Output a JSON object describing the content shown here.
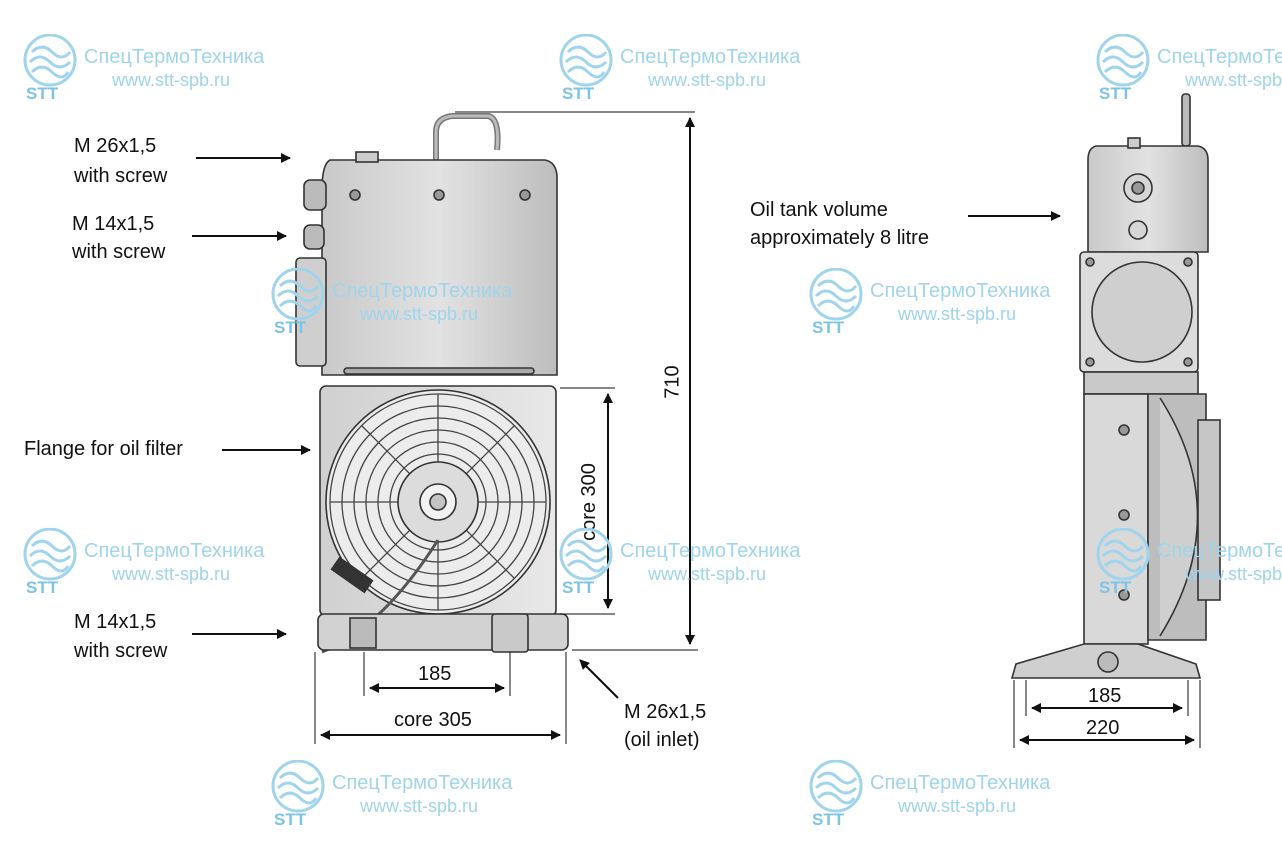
{
  "labels": {
    "m26_top_1": "M 26x1,5",
    "m26_top_2": "with screw",
    "m14_top_1": "M 14x1,5",
    "m14_top_2": "with screw",
    "flange": "Flange for oil filter",
    "m14_bot_1": "M 14x1,5",
    "m14_bot_2": "with screw",
    "oil_tank_1": "Oil tank volume",
    "oil_tank_2": "approximately 8 litre",
    "oil_inlet_1": "M 26x1,5",
    "oil_inlet_2": "(oil inlet)"
  },
  "dimensions": {
    "height_total": "710",
    "core_height": "core 300",
    "front_base": "185",
    "front_core_width": "core 305",
    "side_base": "185",
    "side_width": "220"
  },
  "watermark": {
    "company": "СпецТермоТехника",
    "url": "www.stt-spb.ru",
    "logo_text": "STT"
  },
  "colors": {
    "watermark": "#9fd4ec",
    "line": "#111111"
  }
}
